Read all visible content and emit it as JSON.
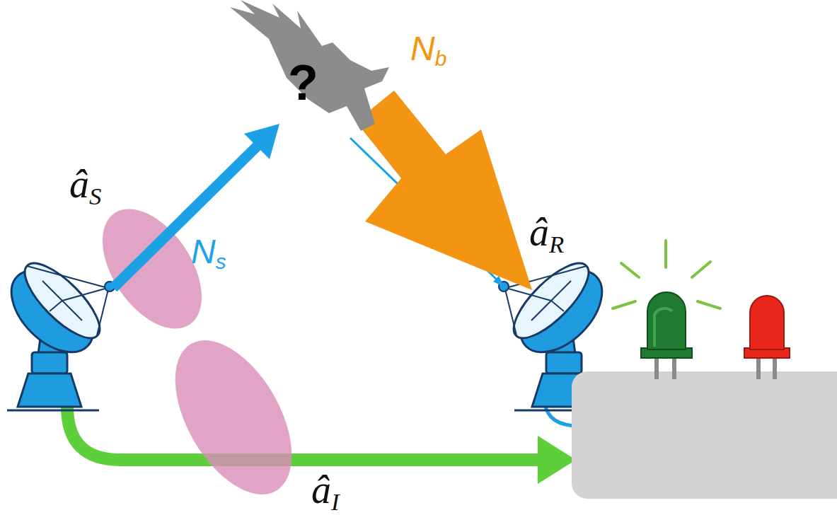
{
  "diagram": {
    "nodes": [
      {
        "text": [
          "?"
        ]
      }
    ],
    "labels": [
      "âS",
      "Ns",
      "Nb",
      "âR",
      "âI"
    ]
  }
}
